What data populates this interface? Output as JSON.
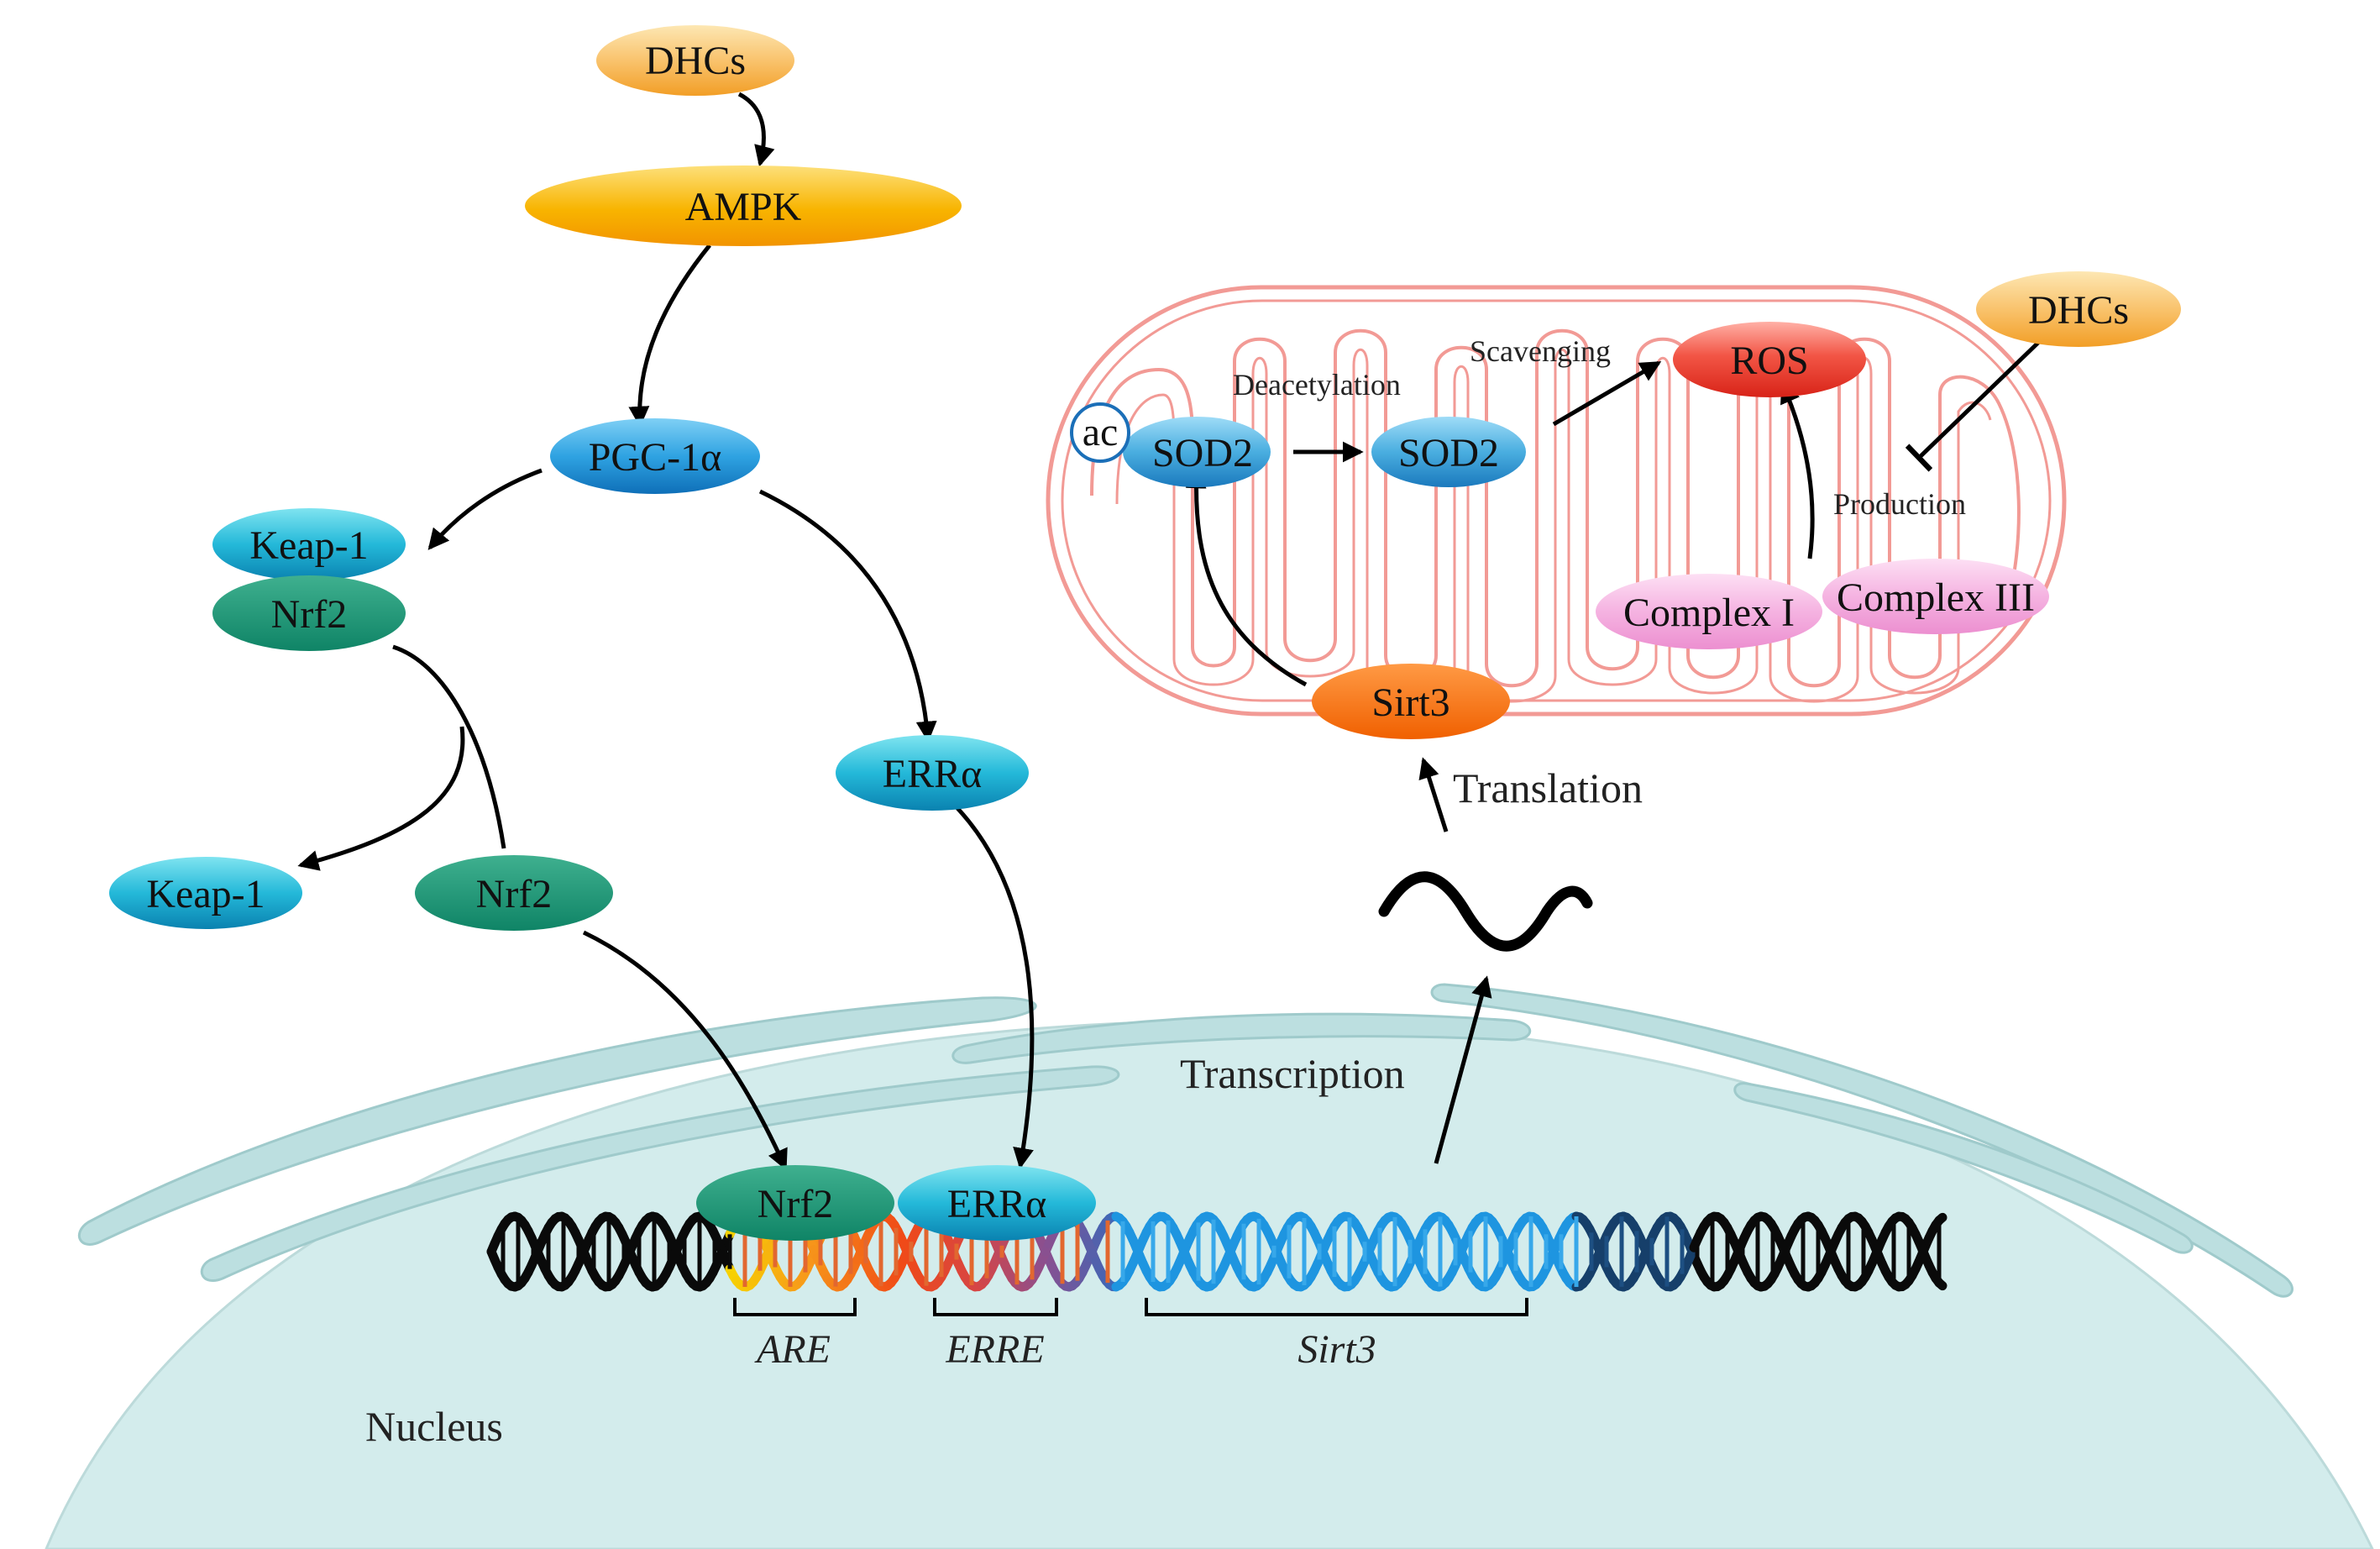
{
  "nodes": {
    "dhcs_top": "DHCs",
    "ampk": "AMPK",
    "pgc1a": "PGC-1α",
    "keap1_complex": "Keap-1",
    "nrf2_complex": "Nrf2",
    "keap1_free": "Keap-1",
    "nrf2_free": "Nrf2",
    "erra_cyto": "ERRα",
    "nrf2_dna": "Nrf2",
    "erra_dna": "ERRα",
    "ac": "ac",
    "sod2_acetylated": "SOD2",
    "sod2_active": "SOD2",
    "ros": "ROS",
    "dhcs_mito": "DHCs",
    "complex1": "Complex I",
    "complex3": "Complex III",
    "sirt3": "Sirt3"
  },
  "labels": {
    "deacetylation": "Deacetylation",
    "scavenging": "Scavenging",
    "production": "Production",
    "translation": "Translation",
    "transcription": "Transcription",
    "nucleus": "Nucleus"
  },
  "dna_regions": {
    "are": "ARE",
    "erre": "ERRE",
    "sirt3": "Sirt3"
  },
  "colors": {
    "dhcs": "#f7b24a",
    "ampk": "#f5a800",
    "blue_node": "#1b8fd6",
    "cyan_node": "#1aaccc",
    "teal_node": "#17927a",
    "ros": "#e83a2c",
    "pink_node": "#f2a9dc",
    "sirt3": "#f56f0d",
    "mitochondrion": "#f29a95",
    "nucleus": "#d3ecec",
    "er": "#bcdfe0"
  }
}
